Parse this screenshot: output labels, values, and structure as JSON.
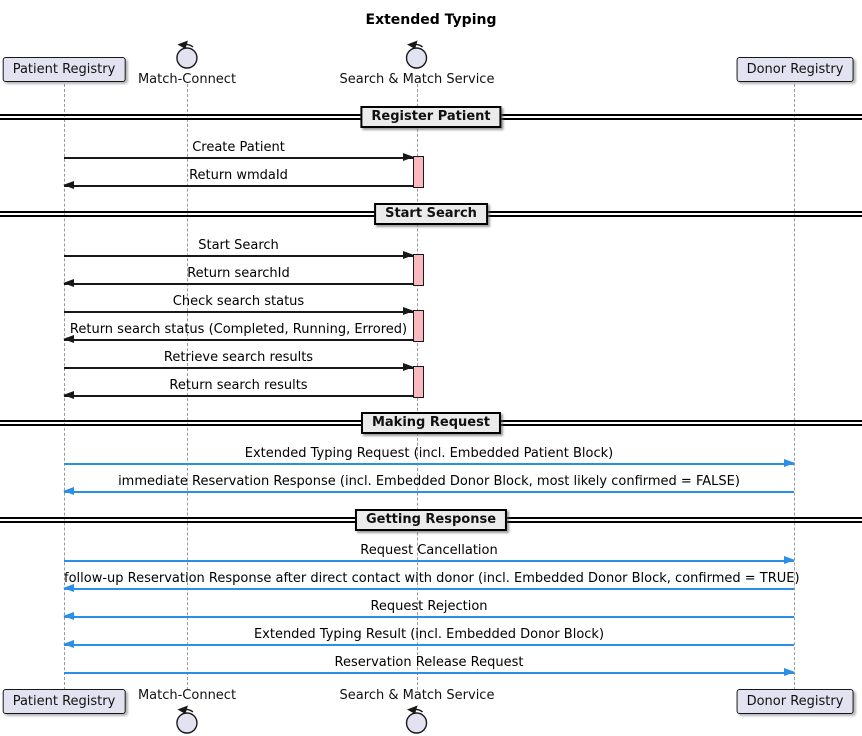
{
  "title": "Extended Typing",
  "participants": [
    {
      "name": "Patient Registry",
      "type": "participant"
    },
    {
      "name": "Match-Connect",
      "type": "control"
    },
    {
      "name": "Search & Match Service",
      "type": "control"
    },
    {
      "name": "Donor Registry",
      "type": "participant"
    }
  ],
  "sections": [
    {
      "label": "Register Patient"
    },
    {
      "label": "Start Search"
    },
    {
      "label": "Making Request"
    },
    {
      "label": "Getting Response"
    }
  ],
  "messages": [
    {
      "label": "Create Patient",
      "from": "Patient Registry",
      "to": "Search & Match Service",
      "direction": "right",
      "color": "black"
    },
    {
      "label": "Return wmdaId",
      "from": "Search & Match Service",
      "to": "Patient Registry",
      "direction": "left",
      "color": "black"
    },
    {
      "label": "Start Search",
      "from": "Patient Registry",
      "to": "Search & Match Service",
      "direction": "right",
      "color": "black"
    },
    {
      "label": "Return searchId",
      "from": "Search & Match Service",
      "to": "Patient Registry",
      "direction": "left",
      "color": "black"
    },
    {
      "label": "Check search status",
      "from": "Patient Registry",
      "to": "Search & Match Service",
      "direction": "right",
      "color": "black"
    },
    {
      "label": "Return search status (Completed, Running, Errored)",
      "from": "Search & Match Service",
      "to": "Patient Registry",
      "direction": "left",
      "color": "black"
    },
    {
      "label": "Retrieve search results",
      "from": "Patient Registry",
      "to": "Search & Match Service",
      "direction": "right",
      "color": "black"
    },
    {
      "label": "Return search results",
      "from": "Search & Match Service",
      "to": "Patient Registry",
      "direction": "left",
      "color": "black"
    },
    {
      "label": "Extended Typing Request (incl. Embedded Patient Block)",
      "from": "Patient Registry",
      "to": "Donor Registry",
      "direction": "right",
      "color": "blue"
    },
    {
      "label": "immediate Reservation Response (incl. Embedded Donor Block, most likely confirmed = FALSE)",
      "from": "Donor Registry",
      "to": "Patient Registry",
      "direction": "left",
      "color": "blue"
    },
    {
      "label": "Request Cancellation",
      "from": "Patient Registry",
      "to": "Donor Registry",
      "direction": "right",
      "color": "blue"
    },
    {
      "label": "follow-up Reservation Response after direct contact with donor (incl. Embedded Donor Block, confirmed = TRUE)",
      "from": "Donor Registry",
      "to": "Patient Registry",
      "direction": "left",
      "color": "blue"
    },
    {
      "label": "Request Rejection",
      "from": "Donor Registry",
      "to": "Patient Registry",
      "direction": "left",
      "color": "blue"
    },
    {
      "label": "Extended Typing Result (incl. Embedded Donor Block)",
      "from": "Donor Registry",
      "to": "Patient Registry",
      "direction": "left",
      "color": "blue"
    },
    {
      "label": "Reservation Release Request",
      "from": "Patient Registry",
      "to": "Donor Registry",
      "direction": "right",
      "color": "blue"
    }
  ],
  "colors": {
    "participant_fill": "#E2E2F0",
    "participant_border": "#181818",
    "lifeline": "#9A9A9A",
    "activation_fill": "#F9B9BF",
    "divider_fill": "#EBEBEB",
    "arrow_black": "#181818",
    "arrow_blue": "#2B8FE8"
  }
}
